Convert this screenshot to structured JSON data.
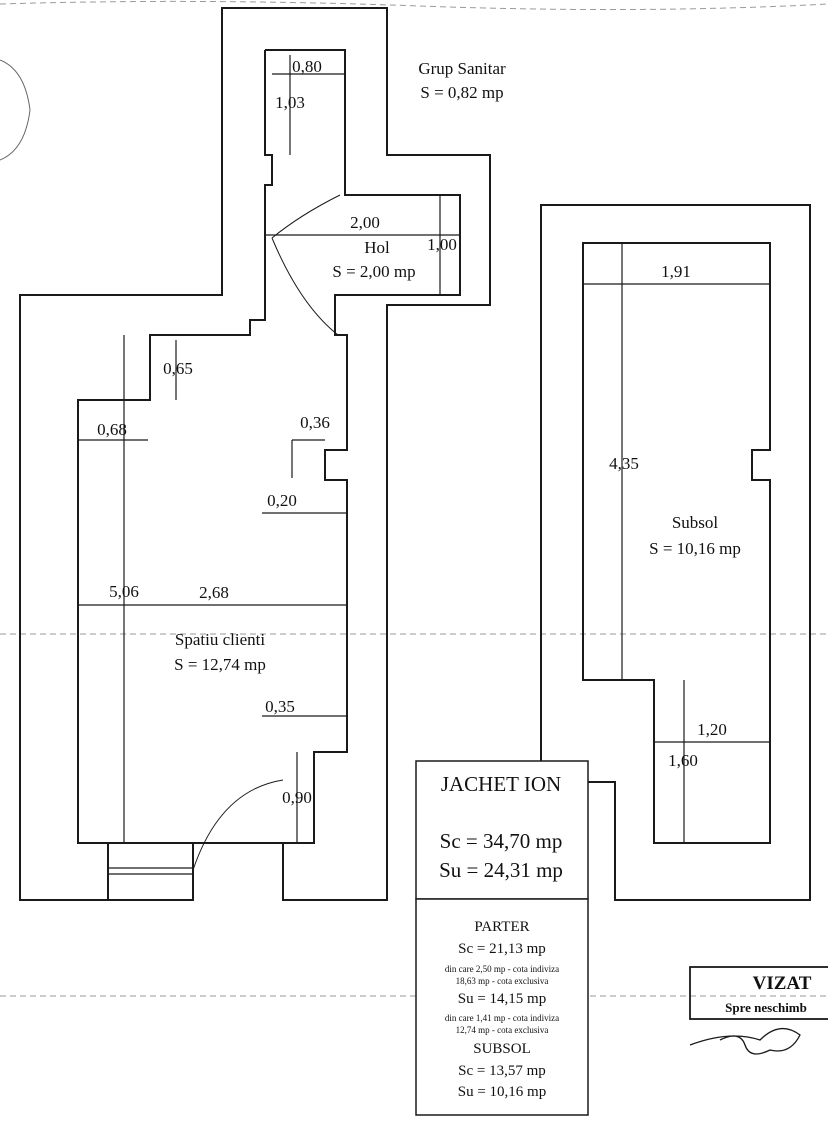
{
  "rooms": {
    "grup_sanitar": {
      "name": "Grup Sanitar",
      "area": "S = 0,82 mp"
    },
    "hol": {
      "name": "Hol",
      "area": "S = 2,00 mp"
    },
    "spatiu_clienti": {
      "name": "Spatiu clienti",
      "area": "S = 12,74 mp"
    },
    "subsol": {
      "name": "Subsol",
      "area": "S = 10,16 mp"
    }
  },
  "dimensions": {
    "d_0_80": "0,80",
    "d_1_03": "1,03",
    "d_2_00": "2,00",
    "d_1_00": "1,00",
    "d_0_65": "0,65",
    "d_0_68": "0,68",
    "d_0_36": "0,36",
    "d_0_20": "0,20",
    "d_5_06": "5,06",
    "d_2_68": "2,68",
    "d_0_35": "0,35",
    "d_0_90": "0,90",
    "d_1_91": "1,91",
    "d_4_35": "4,35",
    "d_1_20": "1,20",
    "d_1_60": "1,60"
  },
  "summary": {
    "owner": "JACHET ION",
    "sc_total": "Sc = 34,70 mp",
    "su_total": "Su = 24,31 mp",
    "parter_title": "PARTER",
    "parter_sc": "Sc = 21,13 mp",
    "parter_sc_note1": "din care 2,50 mp - cota indiviza",
    "parter_sc_note2": "18,63 mp - cota exclusiva",
    "parter_su": "Su = 14,15 mp",
    "parter_su_note1": "din care 1,41 mp - cota indiviza",
    "parter_su_note2": "12,74 mp - cota exclusiva",
    "subsol_title": "SUBSOL",
    "subsol_sc": "Sc = 13,57 mp",
    "subsol_su": "Su = 10,16 mp"
  },
  "stamp": {
    "title": "VIZAT",
    "subtitle": "Spre neschimb"
  },
  "colors": {
    "ink": "#1a1a1a",
    "paper": "#ffffff",
    "scan_noise": "#9a9a9a"
  }
}
